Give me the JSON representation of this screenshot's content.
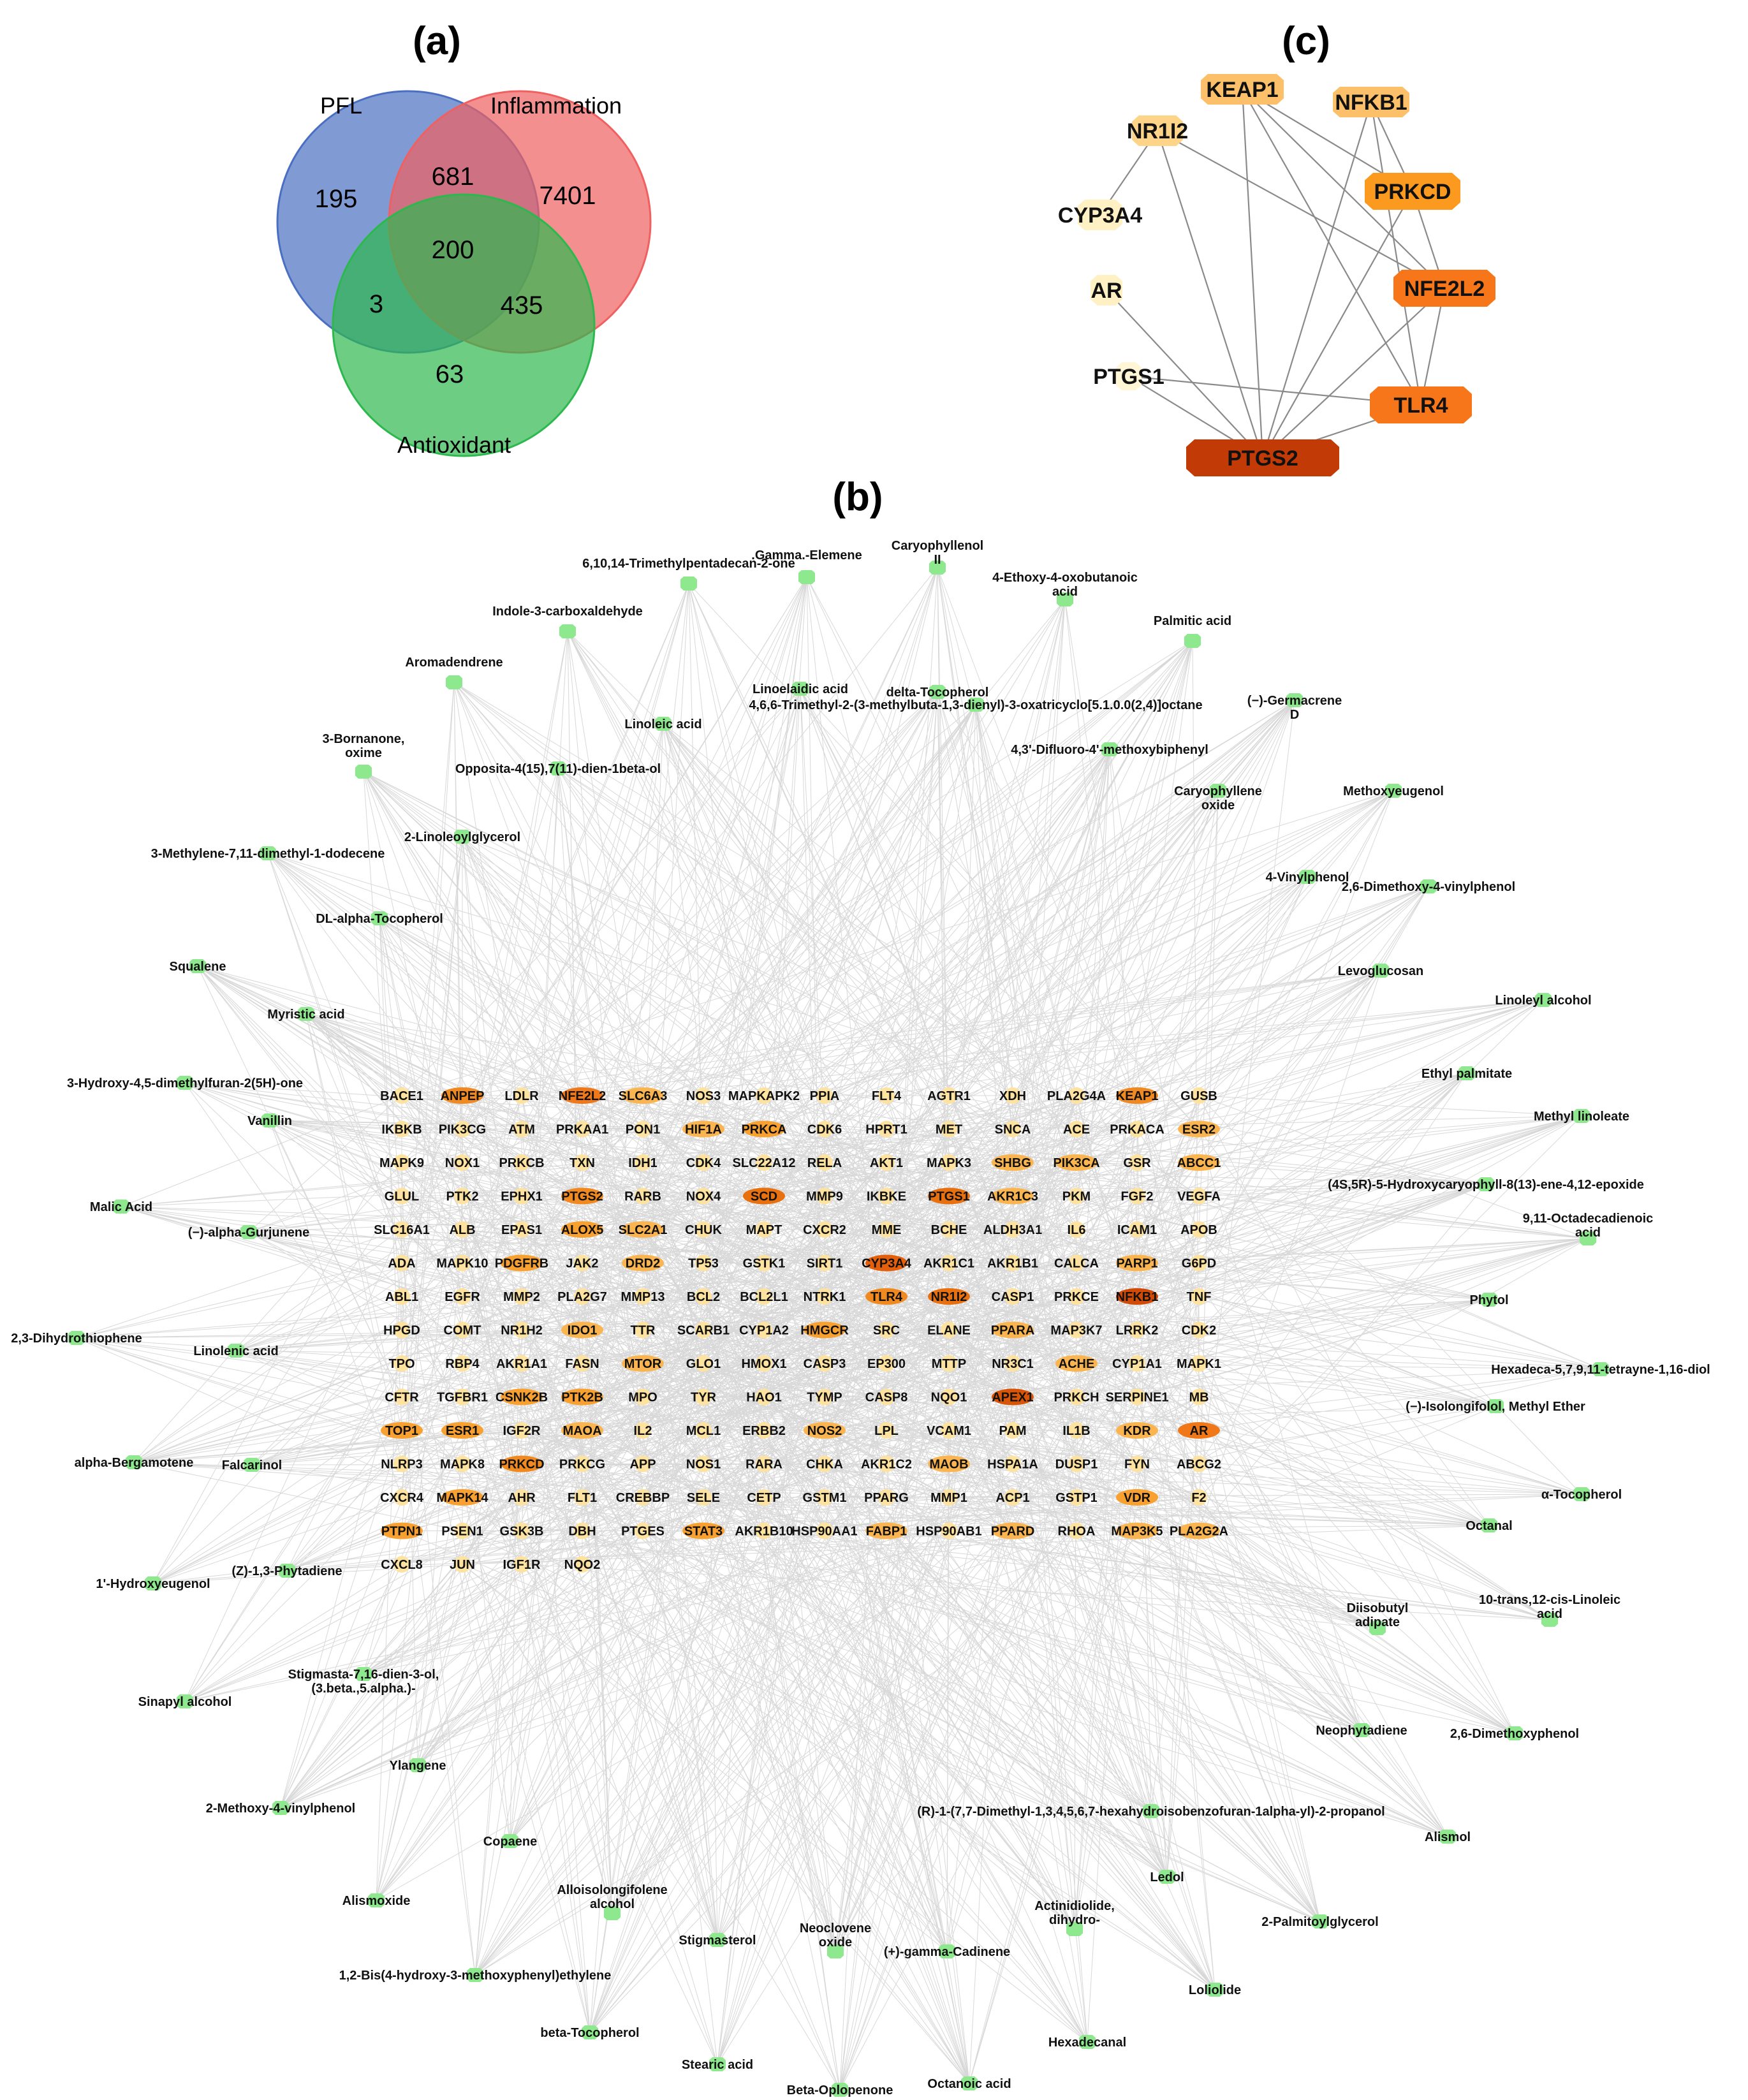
{
  "panels": {
    "a": "(a)",
    "b": "(b)",
    "c": "(c)"
  },
  "venn": {
    "sets": [
      {
        "name": "PFL",
        "color": "#4a6fc2"
      },
      {
        "name": "Inflammation",
        "color": "#f06060"
      },
      {
        "name": "Antioxidant",
        "color": "#2db84e"
      }
    ],
    "regions": {
      "pfl_only": "195",
      "inflammation_only": "7401",
      "antioxidant_only": "63",
      "pfl_inflammation": "681",
      "pfl_antioxidant": "3",
      "inflammation_antioxidant": "435",
      "all_three": "200"
    }
  },
  "ppi": {
    "nodes": [
      {
        "label": "KEAP1",
        "color": "#fcc06a"
      },
      {
        "label": "NFKB1",
        "color": "#fcc06a"
      },
      {
        "label": "NR1I2",
        "color": "#fdd488"
      },
      {
        "label": "PRKCD",
        "color": "#fb9a1f"
      },
      {
        "label": "CYP3A4",
        "color": "#fff1c4"
      },
      {
        "label": "NFE2L2",
        "color": "#f7761a"
      },
      {
        "label": "AR",
        "color": "#fff1c4"
      },
      {
        "label": "PTGS1",
        "color": "#fff6d6"
      },
      {
        "label": "TLR4",
        "color": "#f7761a"
      },
      {
        "label": "PTGS2",
        "color": "#c23a05"
      }
    ],
    "edges": [
      [
        "KEAP1",
        "PRKCD"
      ],
      [
        "KEAP1",
        "NFE2L2"
      ],
      [
        "KEAP1",
        "TLR4"
      ],
      [
        "KEAP1",
        "PTGS2"
      ],
      [
        "NFKB1",
        "PRKCD"
      ],
      [
        "NFKB1",
        "TLR4"
      ],
      [
        "NFKB1",
        "PTGS2"
      ],
      [
        "NR1I2",
        "CYP3A4"
      ],
      [
        "NR1I2",
        "NFE2L2"
      ],
      [
        "NR1I2",
        "PTGS2"
      ],
      [
        "PRKCD",
        "NFE2L2"
      ],
      [
        "PRKCD",
        "PTGS2"
      ],
      [
        "NFE2L2",
        "TLR4"
      ],
      [
        "NFE2L2",
        "PTGS2"
      ],
      [
        "AR",
        "PTGS2"
      ],
      [
        "PTGS1",
        "TLR4"
      ],
      [
        "PTGS1",
        "PTGS2"
      ],
      [
        "TLR4",
        "PTGS2"
      ]
    ]
  },
  "network": {
    "targets": [
      [
        "BACE1",
        "ANPEP",
        "LDLR",
        "NFE2L2",
        "SLC6A3",
        "NOS3",
        "MAPKAPK2",
        "PPIA",
        "FLT4",
        "AGTR1",
        "XDH",
        "PLA2G4A",
        "KEAP1",
        "GUSB"
      ],
      [
        "IKBKB",
        "PIK3CG",
        "ATM",
        "PRKAA1",
        "PON1",
        "HIF1A",
        "PRKCA",
        "CDK6",
        "HPRT1",
        "MET",
        "SNCA",
        "ACE",
        "PRKACA",
        "ESR2"
      ],
      [
        "MAPK9",
        "NOX1",
        "PRKCB",
        "TXN",
        "IDH1",
        "CDK4",
        "SLC22A12",
        "RELA",
        "AKT1",
        "MAPK3",
        "SHBG",
        "PIK3CA",
        "GSR",
        "ABCC1"
      ],
      [
        "GLUL",
        "PTK2",
        "EPHX1",
        "PTGS2",
        "RARB",
        "NOX4",
        "SCD",
        "MMP9",
        "IKBKE",
        "PTGS1",
        "AKR1C3",
        "PKM",
        "FGF2",
        "VEGFA"
      ],
      [
        "SLC16A1",
        "ALB",
        "EPAS1",
        "ALOX5",
        "SLC2A1",
        "CHUK",
        "MAPT",
        "CXCR2",
        "MME",
        "BCHE",
        "ALDH3A1",
        "IL6",
        "ICAM1",
        "APOB"
      ],
      [
        "ADA",
        "MAPK10",
        "PDGFRB",
        "JAK2",
        "DRD2",
        "TP53",
        "GSTK1",
        "SIRT1",
        "CYP3A4",
        "AKR1C1",
        "AKR1B1",
        "CALCA",
        "PARP1",
        "G6PD"
      ],
      [
        "ABL1",
        "EGFR",
        "MMP2",
        "PLA2G7",
        "MMP13",
        "BCL2",
        "BCL2L1",
        "NTRK1",
        "TLR4",
        "NR1I2",
        "CASP1",
        "PRKCE",
        "NFKB1",
        "TNF"
      ],
      [
        "HPGD",
        "COMT",
        "NR1H2",
        "IDO1",
        "TTR",
        "SCARB1",
        "CYP1A2",
        "HMGCR",
        "SRC",
        "ELANE",
        "PPARA",
        "MAP3K7",
        "LRRK2",
        "CDK2"
      ],
      [
        "TPO",
        "RBP4",
        "AKR1A1",
        "FASN",
        "MTOR",
        "GLO1",
        "HMOX1",
        "CASP3",
        "EP300",
        "MTTP",
        "NR3C1",
        "ACHE",
        "CYP1A1",
        "MAPK1"
      ],
      [
        "CFTR",
        "TGFBR1",
        "CSNK2B",
        "PTK2B",
        "MPO",
        "TYR",
        "HAO1",
        "TYMP",
        "CASP8",
        "NQO1",
        "APEX1",
        "PRKCH",
        "SERPINE1",
        "MB"
      ],
      [
        "TOP1",
        "ESR1",
        "IGF2R",
        "MAOA",
        "IL2",
        "MCL1",
        "ERBB2",
        "NOS2",
        "LPL",
        "VCAM1",
        "PAM",
        "IL1B",
        "KDR",
        "AR"
      ],
      [
        "NLRP3",
        "MAPK8",
        "PRKCD",
        "PRKCG",
        "APP",
        "NOS1",
        "RARA",
        "CHKA",
        "AKR1C2",
        "MAOB",
        "HSPA1A",
        "DUSP1",
        "FYN",
        "ABCG2"
      ],
      [
        "CXCR4",
        "MAPK14",
        "AHR",
        "FLT1",
        "CREBBP",
        "SELE",
        "CETP",
        "GSTM1",
        "PPARG",
        "MMP1",
        "ACP1",
        "GSTP1",
        "VDR",
        "F2"
      ],
      [
        "PTPN1",
        "PSEN1",
        "GSK3B",
        "DBH",
        "PTGES",
        "STAT3",
        "AKR1B10",
        "HSP90AA1",
        "FABP1",
        "HSP90AB1",
        "PPARD",
        "RHOA",
        "MAP3K5",
        "PLA2G2A"
      ],
      [
        "CXCL8",
        "JUN",
        "IGF1R",
        "NQO2"
      ]
    ],
    "target_colors": {
      "NFE2L2": "#f07818",
      "ANPEP": "#f08a20",
      "KEAP1": "#f08a20",
      "PTGS2": "#f08a20",
      "SCD": "#e8700f",
      "PTGS1": "#e8700f",
      "CYP3A4": "#e35f0b",
      "TLR4": "#f08a20",
      "NR1I2": "#e8700f",
      "NFKB1": "#d14a06",
      "APEX1": "#d85508",
      "AR": "#f07818",
      "PRKCD": "#f08a20",
      "TOP1": "#f8a030",
      "PTPN1": "#f8a030",
      "ESR1": "#f8a030",
      "PRKCA": "#f8a030",
      "CSNK2B": "#f8a030",
      "PTK2B": "#f8a030",
      "HMGCR": "#f8a030",
      "STAT3": "#f8a030",
      "VDR": "#f8a030",
      "ALOX5": "#f8a030",
      "PDGFRB": "#f8a030",
      "MAPK14": "#f8a030",
      "IDO1": "#fbb550",
      "MTOR": "#fbb550",
      "NOS2": "#fbb550",
      "ABCC1": "#fbb550",
      "ESR2": "#fbb550",
      "HIF1A": "#fbb550",
      "SLC2A1": "#fbb550",
      "DRD2": "#fbb550",
      "PPARA": "#fbb550",
      "ACHE": "#fbb550",
      "PIK3CA": "#fbb550",
      "SHBG": "#fbb550",
      "MAOA": "#fbb550",
      "SLC6A3": "#fbb550",
      "AKR1C3": "#fbb550",
      "PPARD": "#fbb550",
      "PLA2G2A": "#fbb550",
      "MAP3K5": "#fbb550",
      "KDR": "#fbb550",
      "PARP1": "#fbb550",
      "MAOB": "#fbb550",
      "FABP1": "#fbb550"
    },
    "compounds": [
      {
        "label": ".Gamma.-Elemene"
      },
      {
        "label": "Caryophyllenol II"
      },
      {
        "label": "6,10,14-Trimethylpentadecan-2-one"
      },
      {
        "label": "4-Ethoxy-4-oxobutanoic acid"
      },
      {
        "label": "Indole-3-carboxaldehyde"
      },
      {
        "label": "Palmitic acid"
      },
      {
        "label": "Aromadendrene"
      },
      {
        "label": "Linoelaidic acid"
      },
      {
        "label": "delta-Tocopherol"
      },
      {
        "label": "4,6,6-Trimethyl-2-(3-methylbuta-1,3-dienyl)-3-oxatricyclo[5.1.0.0(2,4)]octane"
      },
      {
        "label": "(−)-Germacrene D"
      },
      {
        "label": "Linoleic acid"
      },
      {
        "label": "3-Bornanone, oxime"
      },
      {
        "label": "Opposita-4(15),7(11)-dien-1beta-ol"
      },
      {
        "label": "4,3'-Difluoro-4'-methoxybiphenyl"
      },
      {
        "label": "Caryophyllene oxide"
      },
      {
        "label": "Methoxyeugenol"
      },
      {
        "label": "2-Linoleoylglycerol"
      },
      {
        "label": "3-Methylene-7,11-dimethyl-1-dodecene"
      },
      {
        "label": "4-Vinylphenol"
      },
      {
        "label": "2,6-Dimethoxy-4-vinylphenol"
      },
      {
        "label": "DL-alpha-Tocopherol"
      },
      {
        "label": "Squalene"
      },
      {
        "label": "Levoglucosan"
      },
      {
        "label": "Linoleyl alcohol"
      },
      {
        "label": "Myristic acid"
      },
      {
        "label": "Ethyl palmitate"
      },
      {
        "label": "3-Hydroxy-4,5-dimethylfuran-2(5H)-one"
      },
      {
        "label": "Vanillin"
      },
      {
        "label": "Methyl linoleate"
      },
      {
        "label": "(4S,5R)-5-Hydroxycaryophyll-8(13)-ene-4,12-epoxide"
      },
      {
        "label": "Malic Acid"
      },
      {
        "label": "(−)-alpha-Gurjunene"
      },
      {
        "label": "9,11-Octadecadienoic acid"
      },
      {
        "label": "Phytol"
      },
      {
        "label": "2,3-Dihydrothiophene"
      },
      {
        "label": "Linolenic acid"
      },
      {
        "label": "Hexadeca-5,7,9,11-tetrayne-1,16-diol"
      },
      {
        "label": "(−)-Isolongifolol, Methyl Ether"
      },
      {
        "label": "alpha-Bergamotene"
      },
      {
        "label": "Falcarinol"
      },
      {
        "label": "α-Tocopherol"
      },
      {
        "label": "Octanal"
      },
      {
        "label": "1'-Hydroxyeugenol"
      },
      {
        "label": "(Z)-1,3-Phytadiene"
      },
      {
        "label": "10-trans,12-cis-Linoleic acid"
      },
      {
        "label": "Diisobutyl adipate"
      },
      {
        "label": "Stigmasta-7,16-dien-3-ol, (3.beta.,5.alpha.)-"
      },
      {
        "label": "Sinapyl alcohol"
      },
      {
        "label": "Neophytadiene"
      },
      {
        "label": "2,6-Dimethoxyphenol"
      },
      {
        "label": "Ylangene"
      },
      {
        "label": "2-Methoxy-4-vinylphenol"
      },
      {
        "label": "(R)-1-(7,7-Dimethyl-1,3,4,5,6,7-hexahydroisobenzofuran-1alpha-yl)-2-propanol"
      },
      {
        "label": "Alismol"
      },
      {
        "label": "Copaene"
      },
      {
        "label": "Ledol"
      },
      {
        "label": "Alismoxide"
      },
      {
        "label": "Alloisolongifolene alcohol"
      },
      {
        "label": "2-Palmitoylglycerol"
      },
      {
        "label": "Actinidiolide, dihydro-"
      },
      {
        "label": "Stigmasterol"
      },
      {
        "label": "Neoclovene oxide"
      },
      {
        "label": "(+)-gamma-Cadinene"
      },
      {
        "label": "1,2-Bis(4-hydroxy-3-methoxyphenyl)ethylene"
      },
      {
        "label": "Loliolide"
      },
      {
        "label": "beta-Tocopherol"
      },
      {
        "label": "Hexadecanal"
      },
      {
        "label": "Stearic acid"
      },
      {
        "label": "Octanoic acid"
      },
      {
        "label": "Beta-Oplopenone"
      }
    ],
    "colors": {
      "compound": "#8ee88e",
      "edge": "#b8b8b8",
      "target_default": "#fde2a0"
    }
  }
}
